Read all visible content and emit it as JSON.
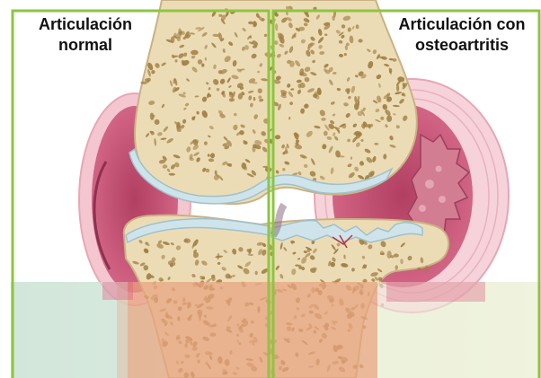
{
  "labels": {
    "normal": [
      "Articulación",
      "normal"
    ],
    "osteoarthritis": [
      "Articulación con",
      "osteoartritis"
    ]
  },
  "colors": {
    "frame_green": "#8cc63f",
    "bone_fill": "#ecdcb6",
    "bone_speckle": "#a07f43",
    "cartilage": "#cfe4ea",
    "synovial_pink": "#c94f72",
    "capsule_light": "#f3c6d0",
    "lower_band_green": "#d9ead9",
    "lower_band_orange": "#e9a47f"
  },
  "icons": {
    "left_panel": "healthy-knee-joint-illustration",
    "right_panel": "osteoarthritic-knee-joint-illustration"
  }
}
